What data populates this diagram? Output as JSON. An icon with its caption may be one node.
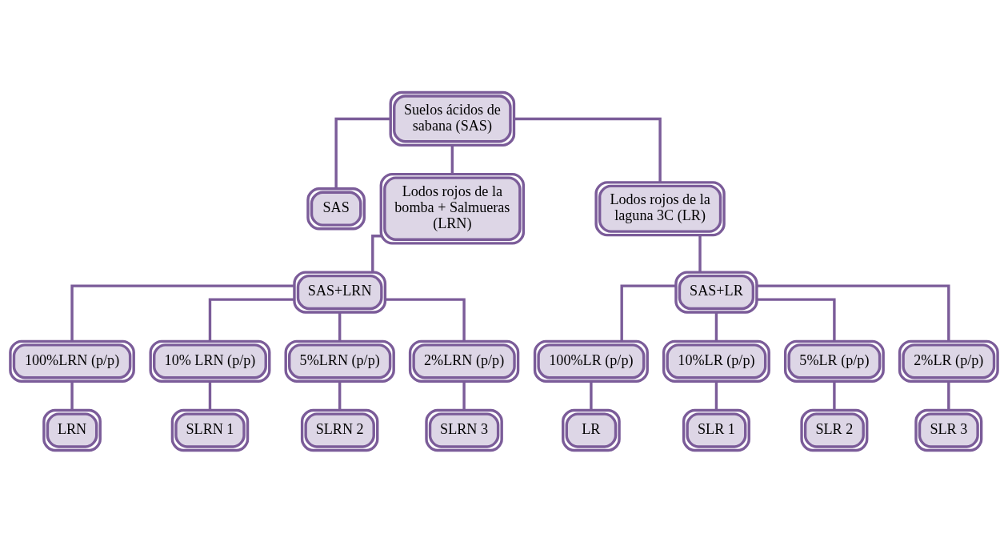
{
  "diagram": {
    "nodes": [
      {
        "text": [
          "Suelos ácidos de sabana (SAS)"
        ]
      },
      {
        "text": [
          "SAS"
        ]
      },
      {
        "text": [
          "Lodos rojos de la bomba + Salmueras (LRN)"
        ]
      },
      {
        "text": [
          "Lodos rojos de la laguna 3C (LR)"
        ]
      },
      {
        "text": [
          "SAS+LRN"
        ]
      },
      {
        "text": [
          "SAS+LR"
        ]
      },
      {
        "text": [
          "100%LRN (p/p)"
        ]
      },
      {
        "text": [
          "10% LRN (p/p)"
        ]
      },
      {
        "text": [
          "5%LRN (p/p)"
        ]
      },
      {
        "text": [
          "2%LRN (p/p)"
        ]
      },
      {
        "text": [
          "100%LR (p/p)"
        ]
      },
      {
        "text": [
          "10%LR (p/p)"
        ]
      },
      {
        "text": [
          "5%LR (p/p)"
        ]
      },
      {
        "text": [
          "2%LR (p/p)"
        ]
      },
      {
        "text": [
          "LRN"
        ]
      },
      {
        "text": [
          "SLRN 1"
        ]
      },
      {
        "text": [
          "SLRN 2"
        ]
      },
      {
        "text": [
          "SLRN 3"
        ]
      },
      {
        "text": [
          "LR"
        ]
      },
      {
        "text": [
          "SLR 1"
        ]
      },
      {
        "text": [
          "SLR 2"
        ]
      },
      {
        "text": [
          "SLR 3"
        ]
      }
    ],
    "edges": [
      {
        "from": 0,
        "to": 1,
        "arrow": "none"
      },
      {
        "from": 0,
        "to": 2,
        "arrow": "none"
      },
      {
        "from": 0,
        "to": 3,
        "arrow": "none"
      },
      {
        "from": 2,
        "to": 4,
        "arrow": "none"
      },
      {
        "from": 3,
        "to": 5,
        "arrow": "none"
      },
      {
        "from": 4,
        "to": 6,
        "arrow": "none"
      },
      {
        "from": 4,
        "to": 7,
        "arrow": "none"
      },
      {
        "from": 4,
        "to": 8,
        "arrow": "none"
      },
      {
        "from": 4,
        "to": 9,
        "arrow": "none"
      },
      {
        "from": 5,
        "to": 10,
        "arrow": "none"
      },
      {
        "from": 5,
        "to": 11,
        "arrow": "none"
      },
      {
        "from": 5,
        "to": 12,
        "arrow": "none"
      },
      {
        "from": 5,
        "to": 13,
        "arrow": "none"
      },
      {
        "from": 6,
        "to": 14,
        "arrow": "none"
      },
      {
        "from": 7,
        "to": 15,
        "arrow": "none"
      },
      {
        "from": 8,
        "to": 16,
        "arrow": "none"
      },
      {
        "from": 9,
        "to": 17,
        "arrow": "none"
      },
      {
        "from": 10,
        "to": 18,
        "arrow": "none"
      },
      {
        "from": 11,
        "to": 19,
        "arrow": "none"
      },
      {
        "from": 12,
        "to": 20,
        "arrow": "none"
      },
      {
        "from": 13,
        "to": 21,
        "arrow": "none"
      }
    ]
  }
}
